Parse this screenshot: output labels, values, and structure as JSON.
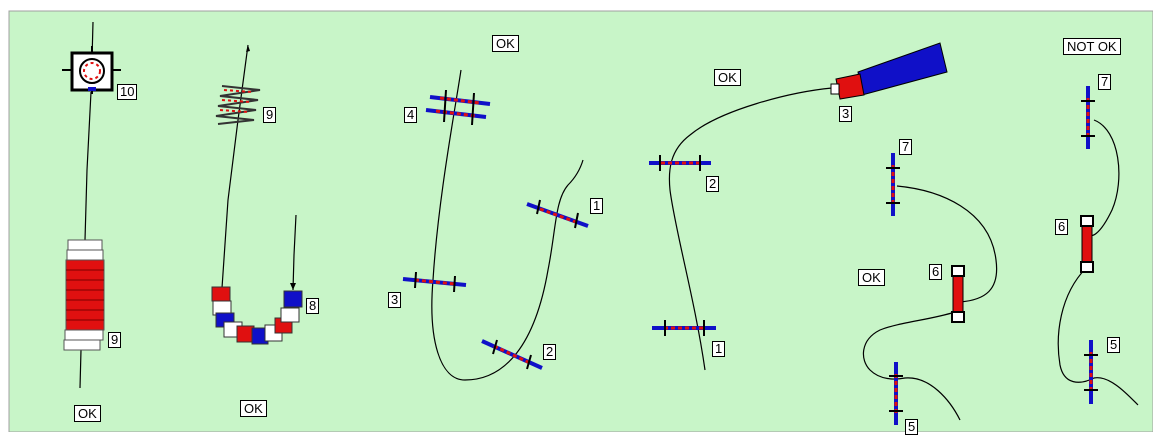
{
  "colors": {
    "background": "#c8f5c8",
    "border": "#a0a0a0",
    "red": "#e01010",
    "blue": "#1010c8",
    "white": "#ffffff",
    "wire": "#000000"
  },
  "status_labels": {
    "s1": "OK",
    "s2": "OK",
    "s3": "OK",
    "s4": "OK",
    "s5": "OK",
    "s6": "OK",
    "s7": "NOT OK"
  },
  "component_labels": {
    "inductor_round": "10",
    "resistor_big": "9",
    "inductor_zigzag": "9",
    "horseshoe": "8",
    "g3_comp4": "4",
    "g3_comp1": "1",
    "g3_comp3": "3",
    "g3_comp2": "2",
    "g4_comp2": "2",
    "g4_comp1": "1",
    "g4_comp3": "3",
    "g5_comp7": "7",
    "g5_comp6": "6",
    "g5_comp5": "5",
    "g6_comp7": "7",
    "g6_comp6": "6",
    "g6_comp5": "5"
  }
}
